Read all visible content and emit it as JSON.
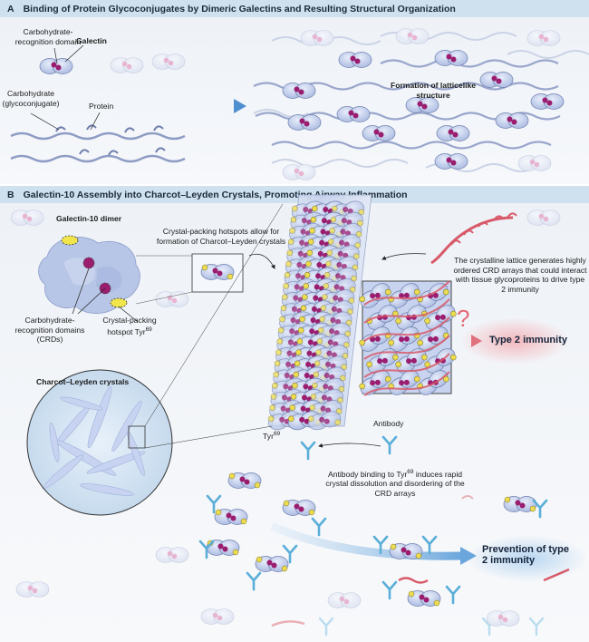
{
  "panelA": {
    "letter": "A",
    "title": "Binding of Protein Glycoconjugates by Dimeric Galectins and Resulting Structural Organization",
    "crd_label": "Carbohydrate-recognition domain",
    "galectin_label": "Galectin",
    "carb_label": "Carbohydrate (glycoconjugate)",
    "protein_label": "Protein",
    "lattice_label": "Formation of latticelike structure"
  },
  "panelB": {
    "letter": "B",
    "title": "Galectin-10 Assembly into Charcot–Leyden Crystals, Promoting Airway Inflammation",
    "dimer_label": "Galectin-10 dimer",
    "hotspot_label": "Crystal-packing hotspots allow for formation of Charcot–Leyden crystals",
    "crds_label": "Carbohydrate-recognition domains (CRDs)",
    "tyr_hotspot_label": "Crystal-packing hotspot Tyr",
    "tyr_sup": "69",
    "lattice_text": "The crystalline lattice generates highly ordered CRD arrays that could interact with tissue glycoproteins to drive type 2 immunity",
    "question": "?",
    "type2_label": "Type 2 immunity",
    "cl_crystals_label": "Charcot–Leyden crystals",
    "antibody_label": "Antibody",
    "tyr_label": "Tyr",
    "antibody_text_1": "Antibody binding to Tyr",
    "antibody_text_2": " induces rapid crystal dissolution and disordering of the CRD arrays",
    "prevention_label": "Prevention of type 2 immunity"
  },
  "colors": {
    "banner": "#cfe0ee",
    "galectin_body": "#b9c8ea",
    "crd": "#9a1d6f",
    "hotspot": "#e8d84a",
    "antibody": "#5aaed8",
    "glycoprotein": "#d85a6a",
    "arrow": "#4f8fd0"
  }
}
